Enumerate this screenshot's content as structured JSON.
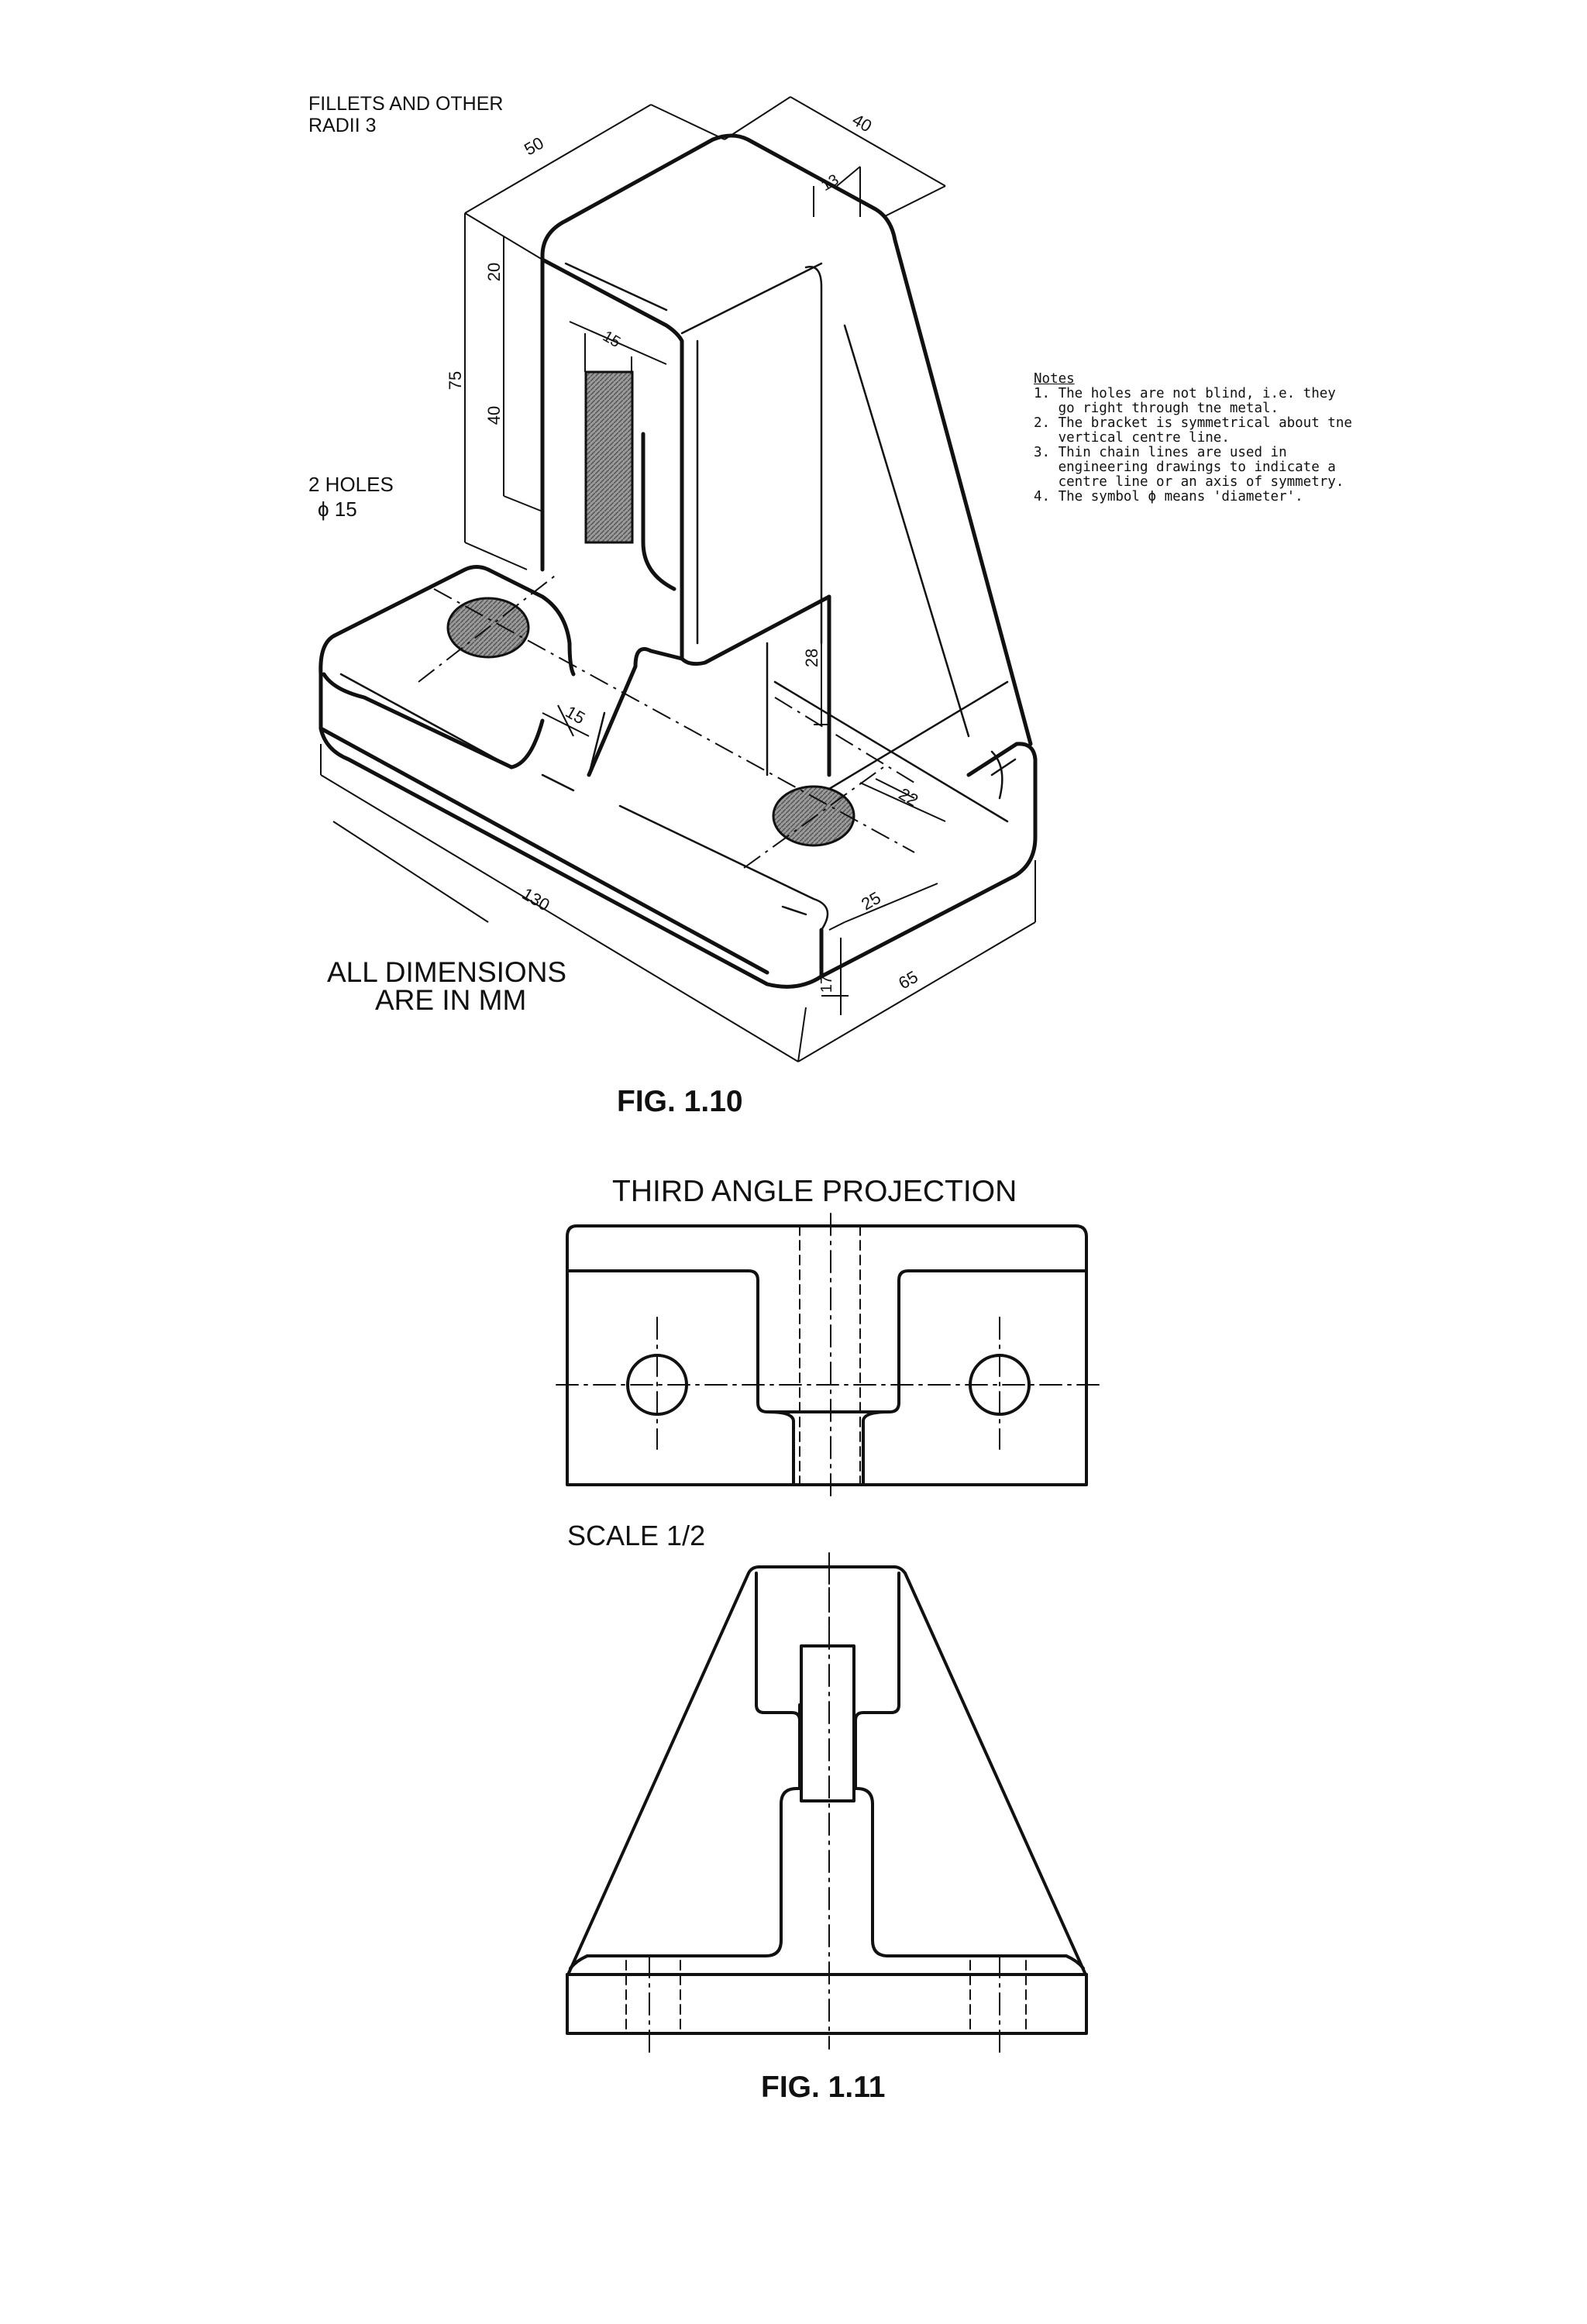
{
  "fig10": {
    "fillets_note": [
      "FILLETS AND OTHER",
      "RADII 3"
    ],
    "holes_label": [
      "2 HOLES",
      "ϕ 15"
    ],
    "dimensions_note": [
      "ALL DIMENSIONS",
      "ARE IN MM"
    ],
    "caption": "FIG. 1.10",
    "dims": {
      "d50": "50",
      "d40": "40",
      "d13": "13",
      "d20": "20",
      "d75": "75",
      "d40v": "40",
      "d15slot": "15",
      "d15": "15",
      "d28": "28",
      "d22": "22",
      "d25": "25",
      "d130": "130",
      "d17": "17",
      "d65": "65"
    }
  },
  "notes": {
    "title": "Notes",
    "items": [
      [
        "1. The holes are not blind, i.e. they",
        "   go right through tne metal."
      ],
      [
        "2. The bracket is symmetrical about tne",
        "   vertical centre line."
      ],
      [
        "3. Thin chain lines are used in",
        "   engineering drawings to indicate a",
        "   centre line or an axis of symmetry."
      ],
      [
        "4. The symbol ϕ means 'diameter'."
      ]
    ]
  },
  "fig11": {
    "projection": "THIRD ANGLE PROJECTION",
    "scale": "SCALE 1/2",
    "caption": "FIG. 1.11"
  }
}
